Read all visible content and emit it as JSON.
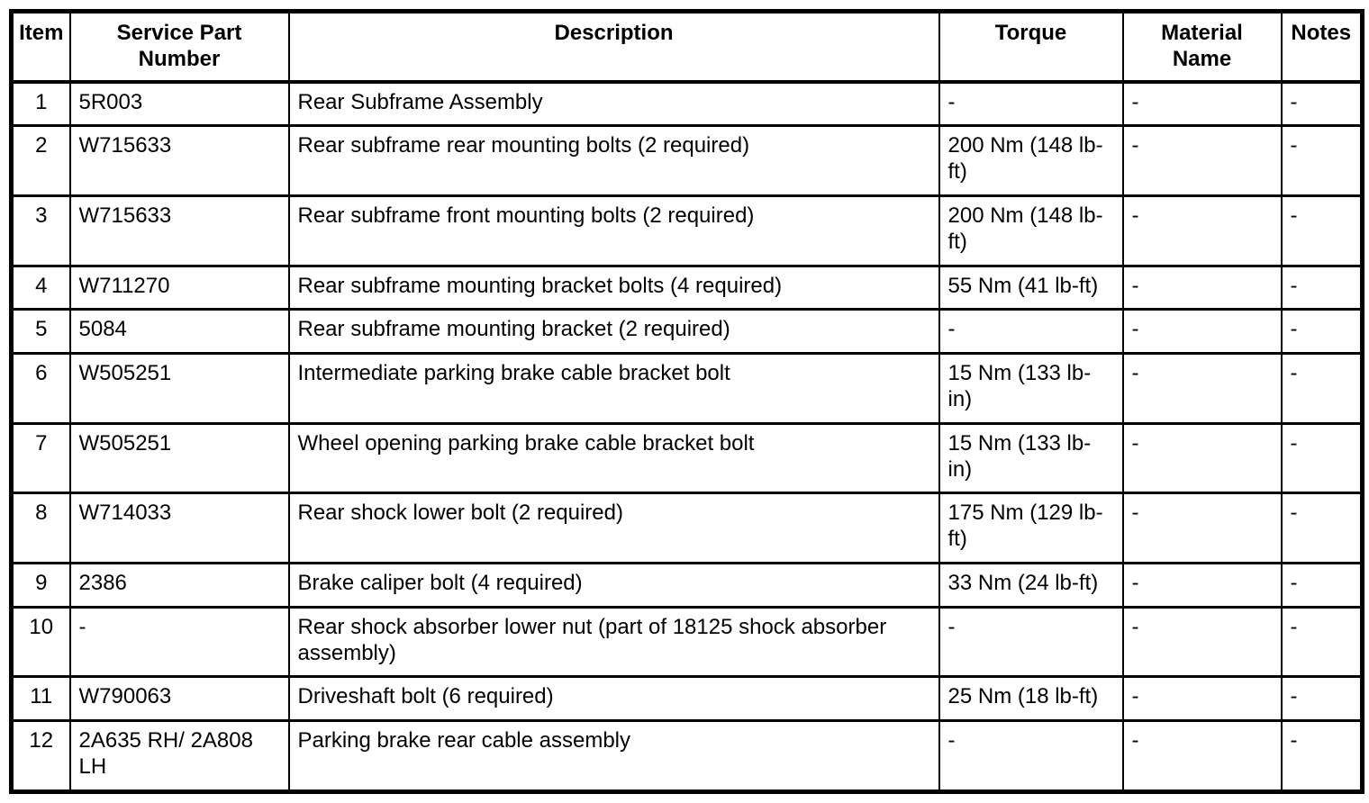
{
  "table": {
    "headers": [
      "Item",
      "Service Part Number",
      "Description",
      "Torque",
      "Material Name",
      "Notes"
    ],
    "rows": [
      [
        "1",
        "5R003",
        "Rear Subframe Assembly",
        "-",
        "-",
        "-"
      ],
      [
        "2",
        "W715633",
        "Rear subframe rear mounting bolts (2 required)",
        "200 Nm (148 lb-ft)",
        "-",
        "-"
      ],
      [
        "3",
        "W715633",
        "Rear subframe front mounting bolts (2 required)",
        "200 Nm (148 lb-ft)",
        "-",
        "-"
      ],
      [
        "4",
        "W711270",
        "Rear subframe mounting bracket bolts (4 required)",
        "55 Nm (41 lb-ft)",
        "-",
        "-"
      ],
      [
        "5",
        "5084",
        "Rear subframe mounting bracket (2 required)",
        "-",
        "-",
        "-"
      ],
      [
        "6",
        "W505251",
        "Intermediate parking brake cable bracket bolt",
        "15 Nm (133 lb-in)",
        "-",
        "-"
      ],
      [
        "7",
        "W505251",
        "Wheel opening parking brake cable bracket bolt",
        "15 Nm (133 lb-in)",
        "-",
        "-"
      ],
      [
        "8",
        "W714033",
        "Rear shock lower bolt (2 required)",
        "175 Nm (129 lb-ft)",
        "-",
        "-"
      ],
      [
        "9",
        "2386",
        "Brake caliper bolt (4 required)",
        "33 Nm (24 lb-ft)",
        "-",
        "-"
      ],
      [
        "10",
        "-",
        "Rear shock absorber lower nut (part of 18125 shock absorber assembly)",
        "-",
        "-",
        "-"
      ],
      [
        "11",
        "W790063",
        "Driveshaft bolt (6 required)",
        "25 Nm (18 lb-ft)",
        "-",
        "-"
      ],
      [
        "12",
        "2A635 RH/ 2A808 LH",
        "Parking brake rear cable assembly",
        "-",
        "-",
        "-"
      ]
    ]
  }
}
